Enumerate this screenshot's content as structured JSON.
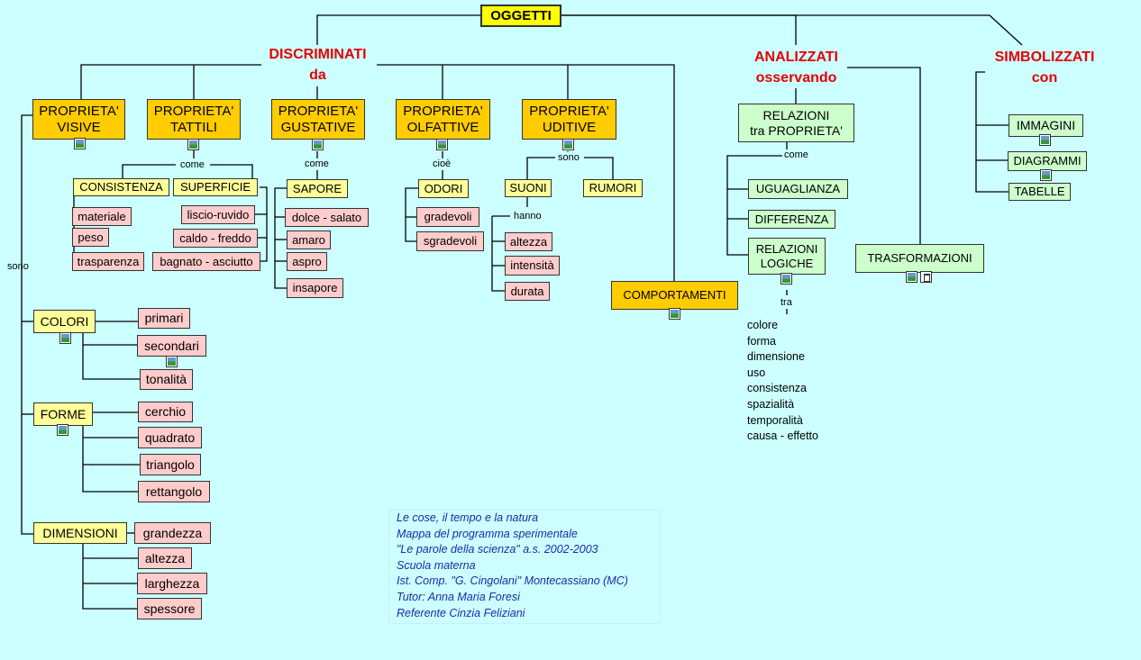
{
  "root": "OGGETTI",
  "headers": {
    "discriminati": [
      "DISCRIMINATI",
      "da"
    ],
    "analizzati": [
      "ANALIZZATI",
      "osservando"
    ],
    "simbolizzati": [
      "SIMBOLIZZATI",
      "con"
    ]
  },
  "labels": {
    "sono_left": "sono",
    "come_tattili": "come",
    "come_gustative": "come",
    "cioe": "cioè",
    "sono_uditive": "sono",
    "hanno": "hanno",
    "come_relazioni": "come",
    "tra": "tra"
  },
  "proprieta": {
    "visive": [
      "PROPRIETA'",
      "VISIVE"
    ],
    "tattili": [
      "PROPRIETA'",
      "TATTILI"
    ],
    "gustative": [
      "PROPRIETA'",
      "GUSTATIVE"
    ],
    "olfattive": [
      "PROPRIETA'",
      "OLFATTIVE"
    ],
    "uditive": [
      "PROPRIETA'",
      "UDITIVE"
    ]
  },
  "tattili": {
    "consistenza": "CONSISTENZA",
    "superficie": "SUPERFICIE",
    "consistenza_items": [
      "materiale",
      "peso",
      "trasparenza"
    ],
    "superficie_items": [
      "liscio-ruvido",
      "caldo - freddo",
      "bagnato - asciutto"
    ]
  },
  "gustative": {
    "sapore": "SAPORE",
    "items": [
      "dolce - salato",
      "amaro",
      "aspro",
      "insapore"
    ]
  },
  "olfattive": {
    "odori": "ODORI",
    "items": [
      "gradevoli",
      "sgradevoli"
    ]
  },
  "uditive": {
    "suoni": "SUONI",
    "rumori": "RUMORI",
    "suoni_items": [
      "altezza",
      "intensità",
      "durata"
    ]
  },
  "comportamenti": "COMPORTAMENTI",
  "visive": {
    "colori": "COLORI",
    "colori_items": [
      "primari",
      "secondari",
      "tonalità"
    ],
    "forme": "FORME",
    "forme_items": [
      "cerchio",
      "quadrato",
      "triangolo",
      "rettangolo"
    ],
    "dimensioni": "DIMENSIONI",
    "dimensioni_items": [
      "grandezza",
      "altezza",
      "larghezza",
      "spessore"
    ]
  },
  "analizzati": {
    "relazioni": [
      "RELAZIONI",
      "tra PROPRIETA'"
    ],
    "uguaglianza": "UGUAGLIANZA",
    "differenza": "DIFFERENZA",
    "relazioni_logiche": [
      "RELAZIONI",
      "LOGICHE"
    ],
    "trasformazioni": "TRASFORMAZIONI",
    "tra_items": [
      "colore",
      "forma",
      "dimensione",
      "uso",
      "consistenza",
      "spazialità",
      "temporalità",
      "causa - effetto"
    ]
  },
  "simbolizzati": {
    "items": [
      "IMMAGINI",
      "DIAGRAMMI",
      "TABELLE"
    ]
  },
  "credits": [
    "Le cose, il tempo e la natura",
    "Mappa del programma sperimentale",
    "\"Le parole della scienza\" a.s. 2002-2003",
    "Scuola materna",
    "Ist. Comp. \"G. Cingolani\" Montecassiano (MC)",
    "Tutor: Anna Maria Foresi",
    "Referente Cinzia Feliziani"
  ],
  "icons": {
    "image": "image-icon",
    "hierarchy": "hierarchy-icon"
  },
  "colors": {
    "background": "#ccffff",
    "root": "#ffff00",
    "orange": "#ffcc00",
    "yellow": "#ffff99",
    "pink": "#ffcccc",
    "green": "#ccffcc",
    "header_red": "#e60000",
    "credits_blue": "#1a2aa8"
  }
}
